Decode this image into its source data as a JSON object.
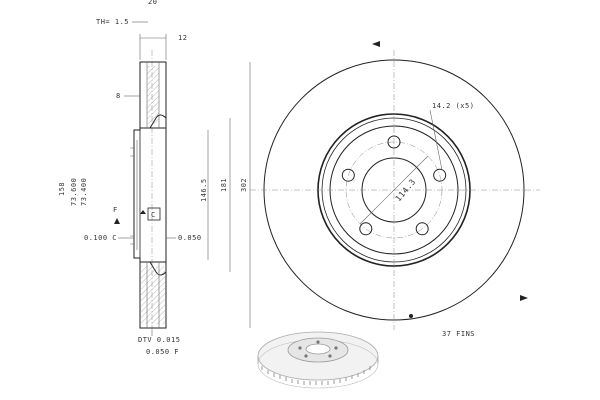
{
  "drawing": {
    "top_partial_label": "20",
    "min_thickness": "TH= 1.5",
    "thickness_12": "12",
    "dim_8": "8",
    "dim_158": "158",
    "tolerance_upper": "73.600",
    "tolerance_lower": "73.400",
    "datum_f": "F",
    "datum_c": "C",
    "runout_c": "0.100 C",
    "flatness": "0.050",
    "dim_146_5": "146.5",
    "dim_181": "181",
    "dim_302": "302",
    "dtv": "DTV 0.015",
    "parallelism_f": "0.050 F",
    "bolt_holes": "14.2 (x5)",
    "pcd": "114.3",
    "fins": "37 FINS"
  }
}
